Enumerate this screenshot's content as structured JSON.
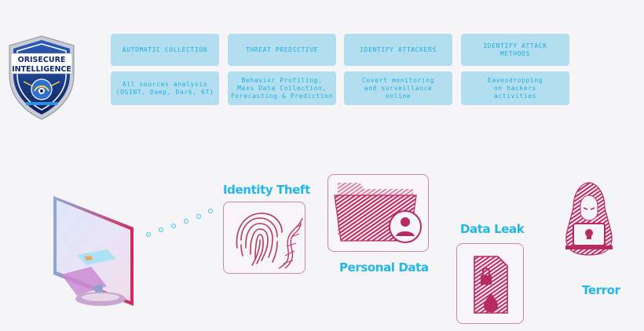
{
  "logo": {
    "line1": "ORISECURE",
    "line2": "INTELLIGENCE"
  },
  "capabilities": [
    {
      "title": "AUTOMATIC COLLECTION",
      "detail": "All sources analysis\n(OSINT, Deep, Dark, 6T)"
    },
    {
      "title": "THREAT PREDICTIVE",
      "detail": "Behavior Profiling,\nMass Data Collection,\nForecasting & Prediction"
    },
    {
      "title": "IDENTIFY ATTACKERS",
      "detail": "Covert monitoring\nand surveillance\nonline"
    },
    {
      "title": "IDENTIFY ATTACK\nMETHODS",
      "detail": "Eavesdropping\non hackers\nactivities"
    }
  ],
  "threats": {
    "identity_theft": "Identity Theft",
    "personal_data": "Personal Data",
    "data_leak": "Data Leak",
    "terror": "Terror"
  },
  "colors": {
    "tile_bg": "#b3deef",
    "tile_text": "#1eaede",
    "label": "#21b6e6",
    "accent": "#c2245d",
    "shield": "#1b3f8f"
  },
  "icons": [
    "shield-logo-icon",
    "monitor-icon",
    "fingerprint-icon",
    "dna-icon",
    "folder-user-icon",
    "locked-document-icon",
    "hacker-icon"
  ]
}
